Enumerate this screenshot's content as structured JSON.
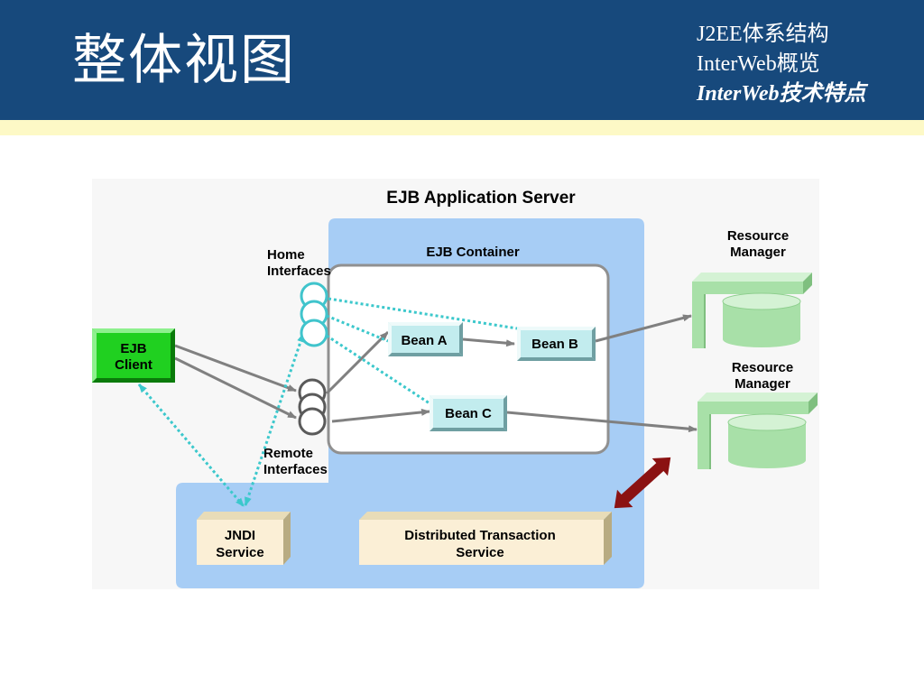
{
  "slide": {
    "title": "整体视图",
    "outline": [
      {
        "text": "J2EE体系结构",
        "current": false
      },
      {
        "text": "InterWeb概览",
        "current": false
      },
      {
        "text": "InterWeb技术特点",
        "current": true
      }
    ]
  },
  "diagram": {
    "server_title": "EJB Application Server",
    "container_title": "EJB Container",
    "home_interfaces": [
      "Home",
      "Interfaces"
    ],
    "remote_interfaces": [
      "Remote",
      "Interfaces"
    ],
    "client": [
      "EJB",
      "Client"
    ],
    "beans": {
      "a": "Bean A",
      "b": "Bean B",
      "c": "Bean C"
    },
    "jndi": [
      "JNDI",
      "Service"
    ],
    "dts": [
      "Distributed Transaction",
      "Service"
    ],
    "rm1": [
      "Resource",
      "Manager"
    ],
    "rm2": [
      "Resource",
      "Manager"
    ]
  },
  "colors": {
    "header": "#17497c",
    "stripe": "#fdf9c6",
    "server_area": "#a7cdf5",
    "client": "#20d020",
    "bean": "#c2ecee",
    "service": "#fbefd6",
    "interface_home": "#40c4cc",
    "interface_remote": "#5a5a5a",
    "resource": "#a8e0a8",
    "arrow_gray": "#808080",
    "arrow_dotted": "#3cc8cc",
    "transaction_arrow": "#8b1212"
  }
}
